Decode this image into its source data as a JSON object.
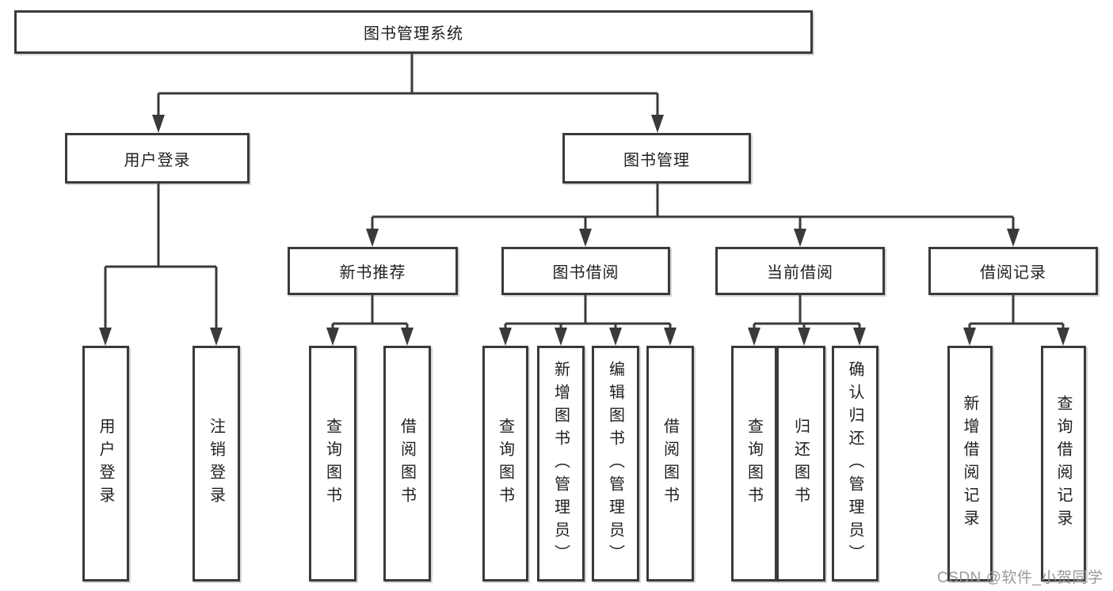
{
  "tree": {
    "root": "图书管理系统",
    "children": [
      {
        "label": "用户登录",
        "children": [
          {
            "label": "用户登录"
          },
          {
            "label": "注销登录"
          }
        ]
      },
      {
        "label": "图书管理",
        "children": [
          {
            "label": "新书推荐",
            "children": [
              {
                "label": "查询图书"
              },
              {
                "label": "借阅图书"
              }
            ]
          },
          {
            "label": "图书借阅",
            "children": [
              {
                "label": "查询图书"
              },
              {
                "label": "新增图书（管理员）"
              },
              {
                "label": "编辑图书（管理员）"
              },
              {
                "label": "借阅图书"
              }
            ]
          },
          {
            "label": "当前借阅",
            "children": [
              {
                "label": "查询图书"
              },
              {
                "label": "归还图书"
              },
              {
                "label": "确认归还（管理员）"
              }
            ]
          },
          {
            "label": "借阅记录",
            "children": [
              {
                "label": "新增借阅记录"
              },
              {
                "label": "查询借阅记录"
              }
            ]
          }
        ]
      }
    ]
  },
  "watermark": {
    "text": "CSDN @软件_小贺同学"
  },
  "colors": {
    "line": "#3a3a3a",
    "box_border": "#3a3a3a",
    "box_fill": "#ffffff",
    "text": "#1f1f1f",
    "watermark": "#949494",
    "background": "#ffffff"
  }
}
